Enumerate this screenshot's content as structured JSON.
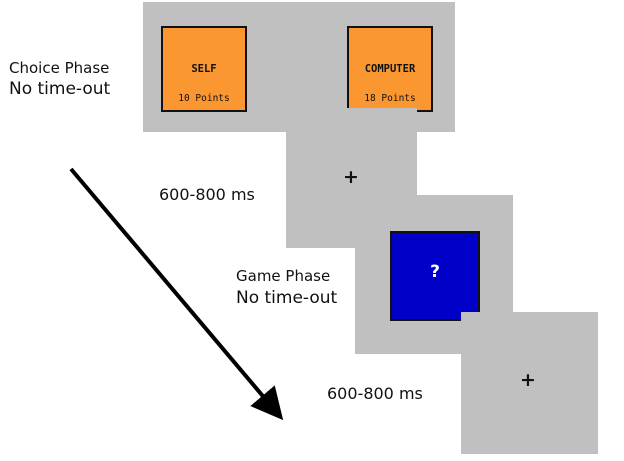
{
  "choice_phase": {
    "title": "Choice Phase",
    "timeout": "No time-out",
    "options": [
      {
        "name": "SELF",
        "points": "10 Points",
        "color": "#fb9731"
      },
      {
        "name": "COMPUTER",
        "points": "18 Points",
        "color": "#fb9731"
      }
    ]
  },
  "fixation_1": {
    "symbol": "+",
    "duration": "600-800 ms"
  },
  "game_phase": {
    "title": "Game Phase",
    "timeout": "No time-out",
    "symbol": "?",
    "box_color": "#0000c8"
  },
  "fixation_2": {
    "symbol": "+",
    "duration": "600-800 ms"
  },
  "colors": {
    "panel": "#c0c0c0",
    "text": "#111111"
  }
}
